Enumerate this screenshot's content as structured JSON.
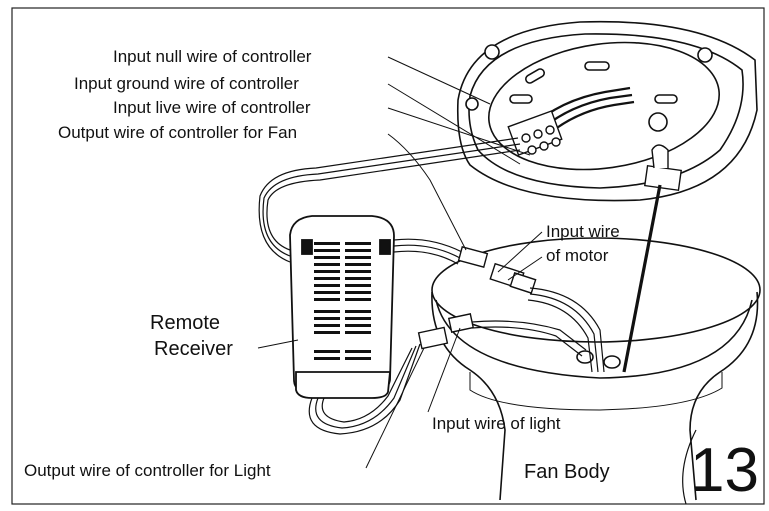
{
  "labels": {
    "input_null": "Input null wire of controller",
    "input_ground": "Input ground wire of controller",
    "input_live": "Input live wire of controller",
    "output_fan": "Output wire of controller for Fan",
    "input_motor_line1": "Input wire",
    "input_motor_line2": "of motor",
    "remote_line1": "Remote",
    "remote_line2": "Receiver",
    "input_light": "Input wire of light",
    "output_light": "Output wire of controller for Light",
    "fan_body": "Fan Body",
    "step_number": "13"
  },
  "colors": {
    "ink": "#111111",
    "frame": "#333333",
    "background": "#ffffff"
  }
}
